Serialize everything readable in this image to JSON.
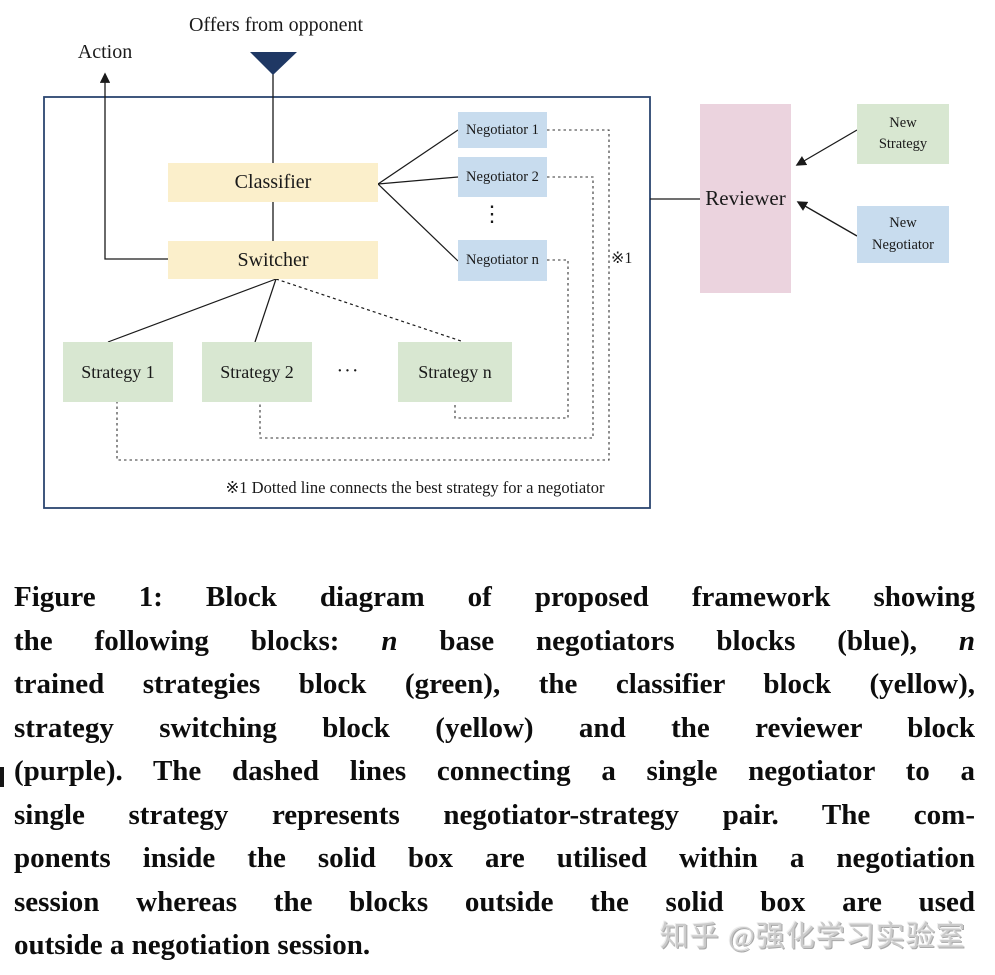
{
  "figure": {
    "top_labels": {
      "action": "Action",
      "offers": "Offers from opponent"
    },
    "blocks": {
      "classifier": "Classifier",
      "switcher": "Switcher",
      "negotiators": [
        "Negotiator 1",
        "Negotiator 2",
        "Negotiator n"
      ],
      "strategies": [
        "Strategy 1",
        "Strategy 2",
        "Strategy n"
      ],
      "reviewer": "Reviewer",
      "new_strategy": [
        "New",
        "Strategy"
      ],
      "new_negotiator": [
        "New",
        "Negotiator"
      ]
    },
    "ellipses": {
      "vertical": "⋮",
      "horizontal": "···"
    },
    "footnote": {
      "marker": "※1",
      "text": "※1 Dotted line connects the best strategy for a negotiator"
    },
    "colors": {
      "navy_border": "#1f3864",
      "classifier_switcher_yellow": "#fbefcb",
      "negotiator_blue": "#c8dcee",
      "strategy_green": "#d8e7d1",
      "reviewer_purple": "#ebd3de",
      "line_black": "#1a1a1a"
    }
  },
  "caption": {
    "line1": "Figure 1: Block diagram of proposed framework showing",
    "line2": {
      "p1": "the following blocks: ",
      "n1": "n",
      "p2": " base negotiators blocks (blue), ",
      "n2": "n"
    },
    "line3": "trained strategies block (green), the classifier block (yellow),",
    "line4": "strategy switching block (yellow) and the reviewer block",
    "line5": "(purple). The dashed lines connecting a single negotiator to a",
    "line6": "single strategy represents negotiator-strategy pair. The com-",
    "line7": "ponents inside the solid box are utilised within a negotiation",
    "line8": "session whereas the blocks outside the solid box are used",
    "line9": "outside a negotiation session."
  },
  "watermark": "知乎 @强化学习实验室"
}
